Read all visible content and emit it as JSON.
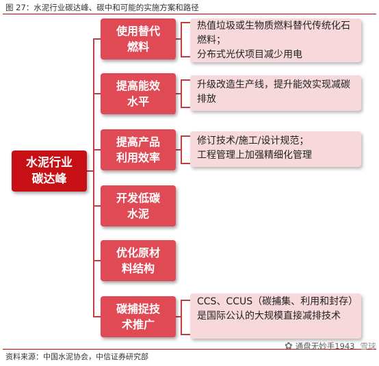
{
  "caption": "图 27：水泥行业碳达峰、碳中和可能的实施方案和路径",
  "root": "水泥行业碳达峰",
  "branches": [
    {
      "label": "使用替代燃料",
      "lines": [
        "热值垃圾或生物质燃料替代传统化石燃料；",
        "分布式光伏项目减少用电"
      ]
    },
    {
      "label": "提高能效水平",
      "lines": [
        "升级改造生产线，提升能效实现减碳排放"
      ]
    },
    {
      "label": "提高产品利用效率",
      "lines": [
        "修订技术/施工/设计规范；",
        "工程管理上加强精细化管理"
      ]
    },
    {
      "label": "开发低碳水泥",
      "lines": []
    },
    {
      "label": "优化原材料结构",
      "lines": []
    },
    {
      "label": "碳捕捉技术推广",
      "lines": [
        "CCS、CCUS（碳捕集、利用和封存）是国际公认的大规模直接减排技术"
      ]
    }
  ],
  "source": "资料来源：中国水泥协会，中信证券研究部",
  "watermark": {
    "account": "通盘无妙手1943",
    "platform": "雪球"
  },
  "colors": {
    "root": "#c70f16",
    "branch": "#e04a55",
    "detail": "#f7d9dc",
    "rule": "#c00000"
  }
}
